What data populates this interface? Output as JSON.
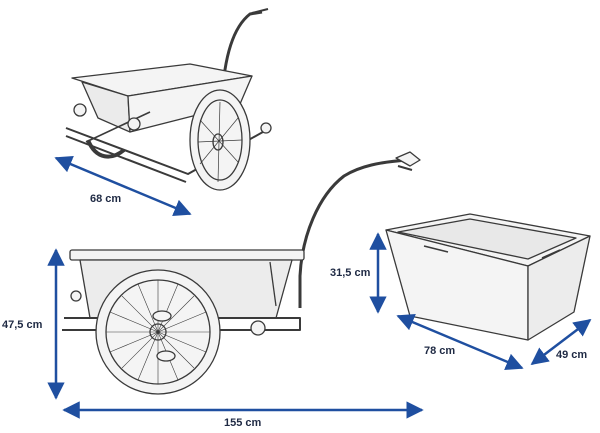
{
  "dimensions": {
    "top_length": "68 cm",
    "total_height": "47,5 cm",
    "total_length": "155 cm",
    "box_height": "31,5 cm",
    "box_length": "78 cm",
    "box_width": "49 cm"
  },
  "colors": {
    "arrow": "#1f4fa0",
    "line": "#3a3a3a",
    "fill": "#f4f4f4",
    "text": "#1f2a44"
  }
}
